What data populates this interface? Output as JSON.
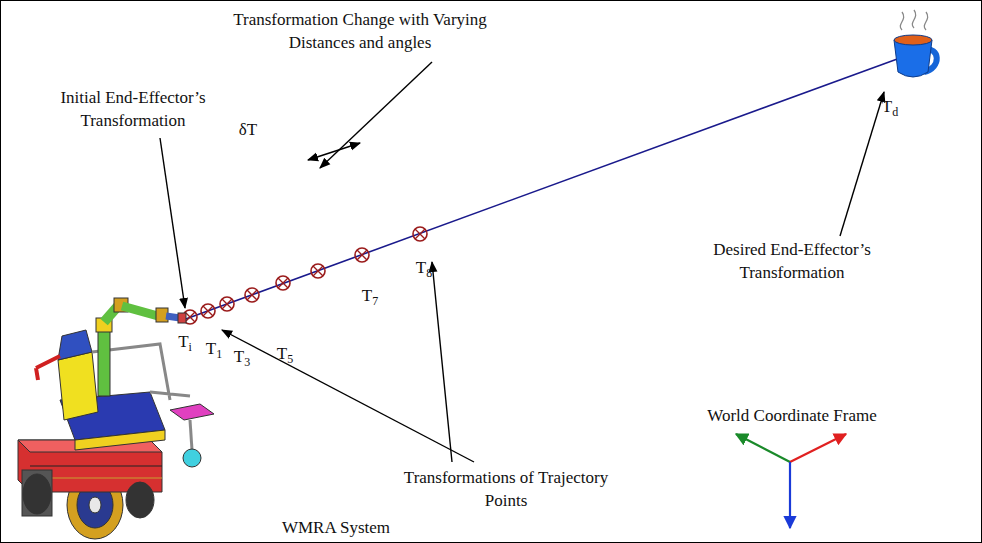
{
  "diagram": {
    "labels": [
      "Transformation Change with Varying Distances and angles",
      "Initial End-Effector’s Transformation",
      "δT",
      "Desired End-Effector’s Transformation",
      "Ti",
      "T1",
      "T3",
      "T5",
      "T7",
      "T8",
      "Td",
      "Transformations of Trajectory Points",
      "WMRA System",
      "World Coordinate Frame"
    ]
  }
}
